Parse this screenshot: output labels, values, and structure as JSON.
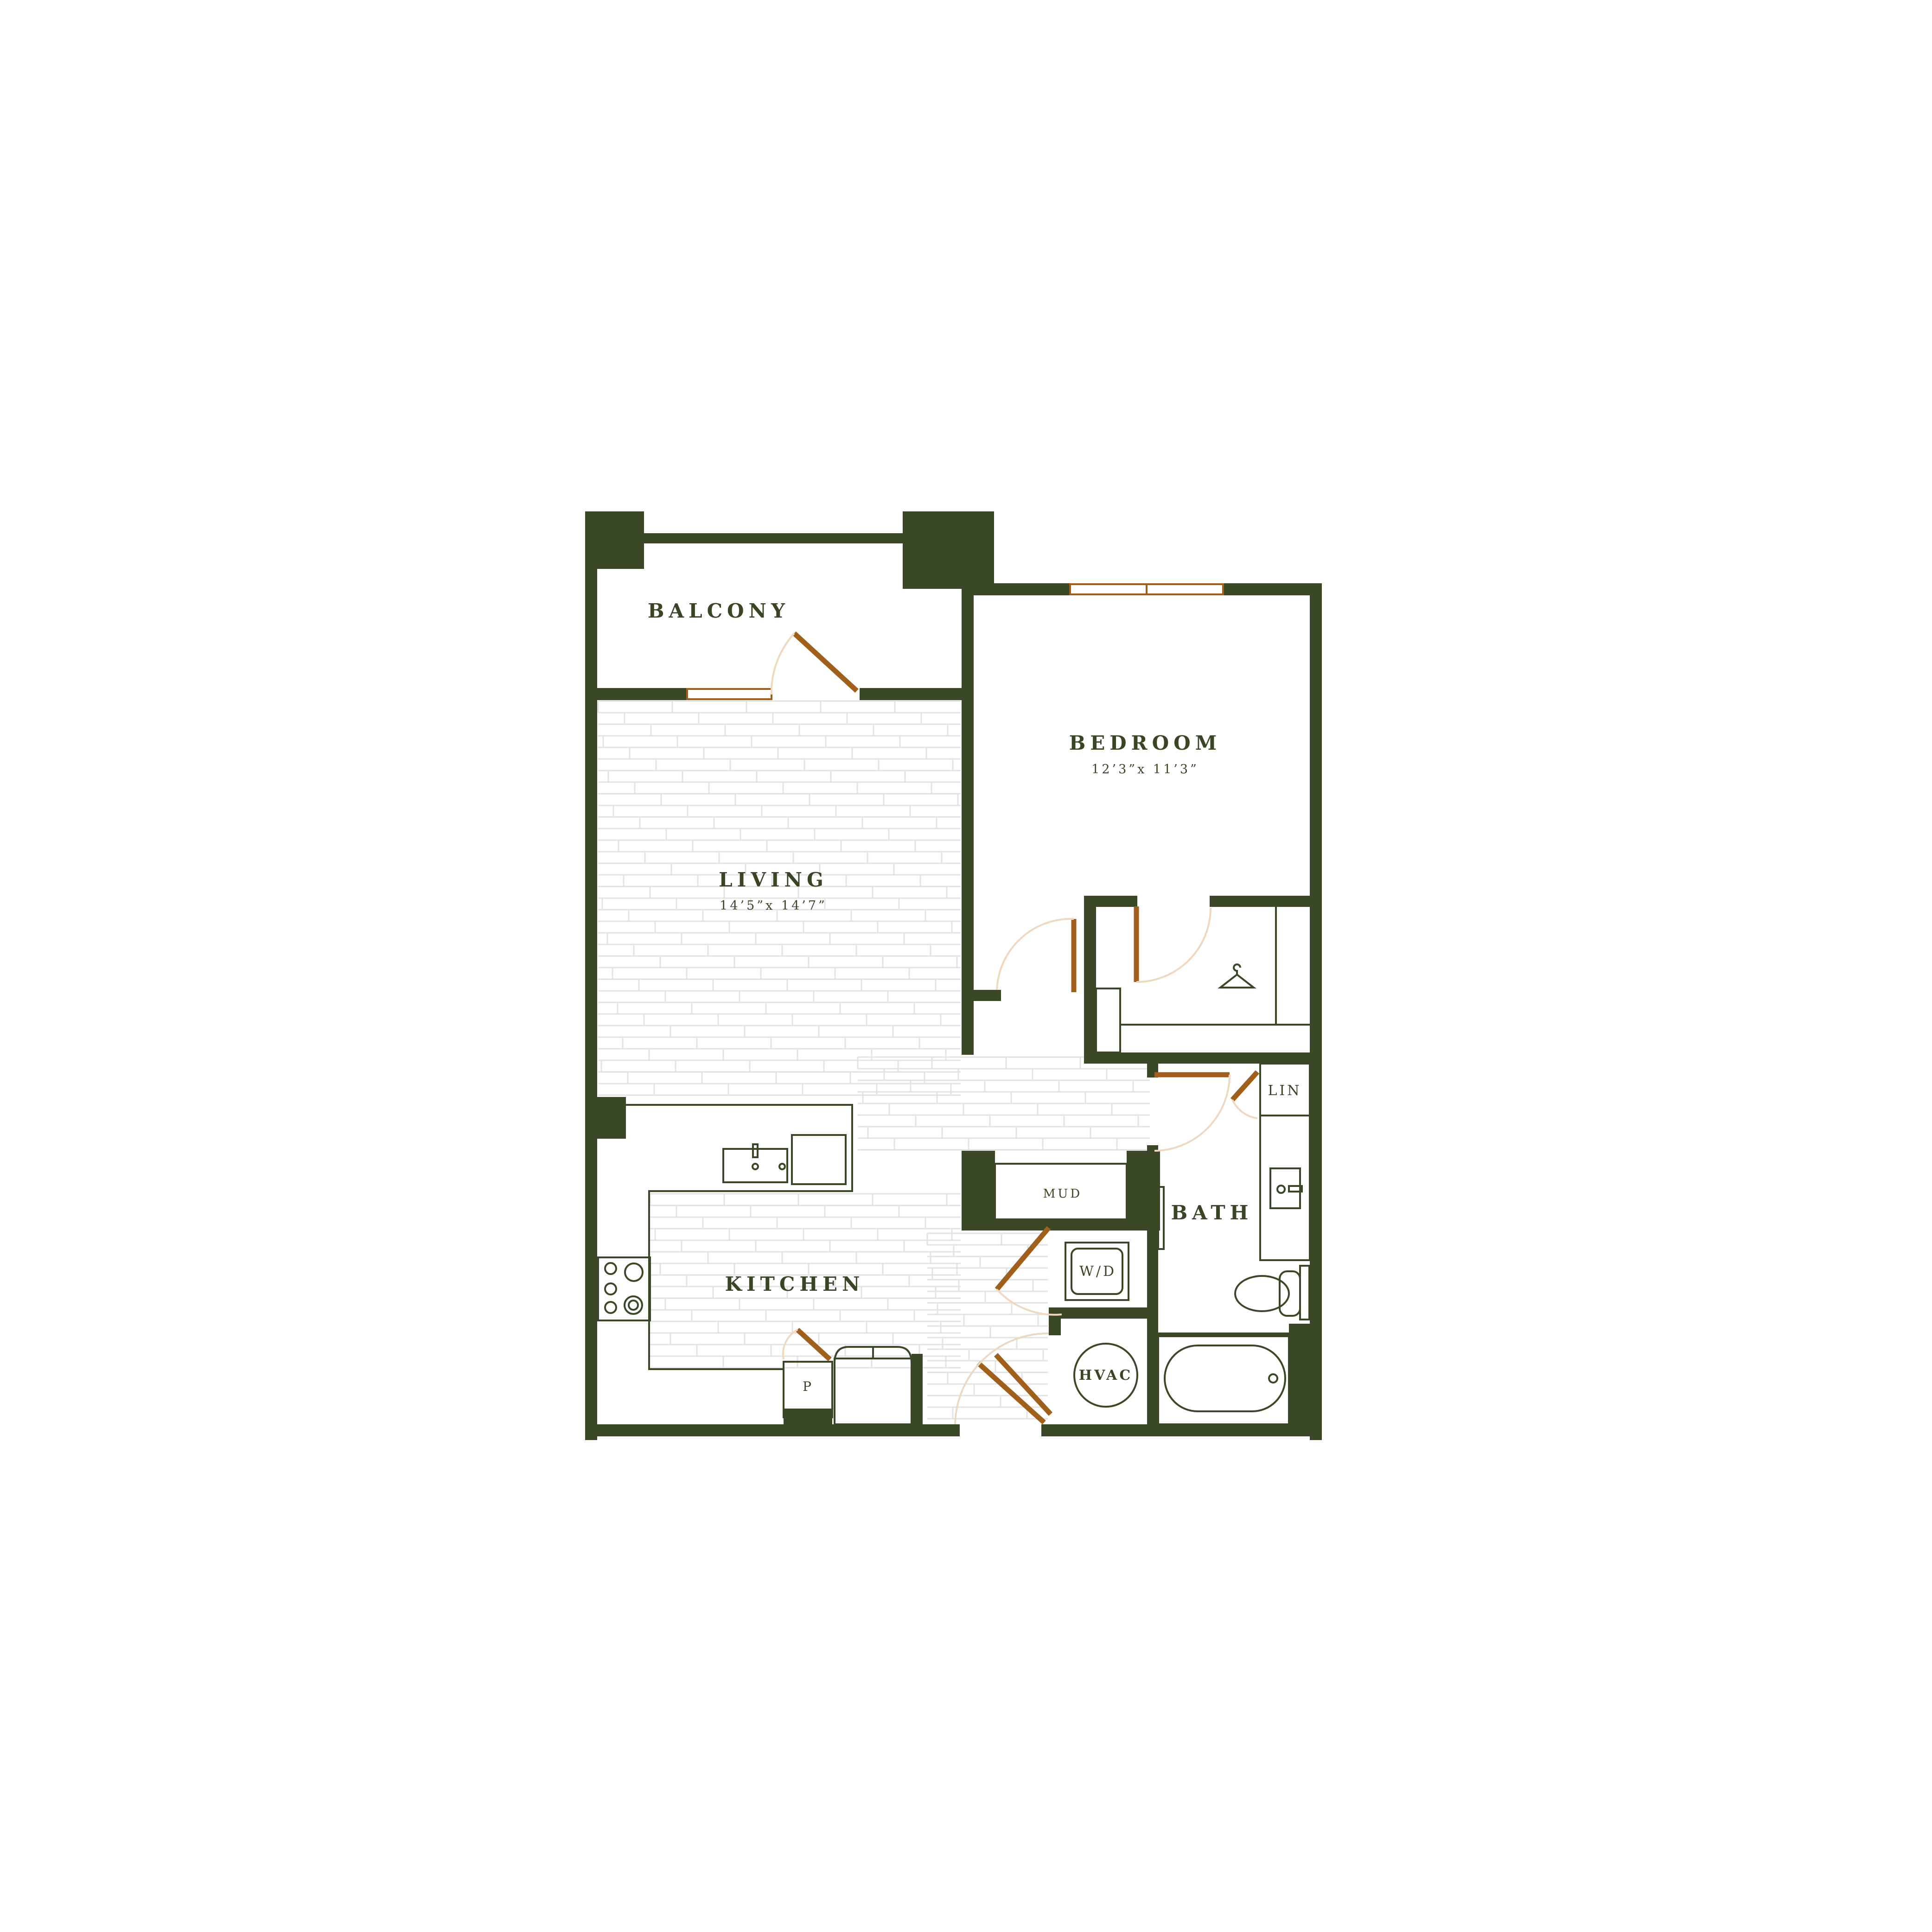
{
  "colors": {
    "wall": "#3b4827",
    "door": "#a0601c",
    "door_swing": "#efd8bf",
    "label": "#3a4525",
    "floor_lines": "#e3e3e3",
    "background": "#ffffff"
  },
  "rooms": {
    "balcony": {
      "name": "BALCONY"
    },
    "bedroom": {
      "name": "BEDROOM",
      "dimensions": "12’3”x 11’3”"
    },
    "living": {
      "name": "LIVING",
      "dimensions": "14’5”x 14’7”"
    },
    "kitchen": {
      "name": "KITCHEN"
    },
    "bath": {
      "name": "BATH"
    }
  },
  "fixtures": {
    "mud": "MUD",
    "washer_dryer": "W/D",
    "hvac": "HVAC",
    "pantry": "P",
    "linen": "LIN"
  },
  "icons": {
    "closet": "hanger-icon",
    "range": "stove-icon",
    "sinks": "sink-icon",
    "toilet": "toilet-icon",
    "tub": "bathtub-icon"
  }
}
